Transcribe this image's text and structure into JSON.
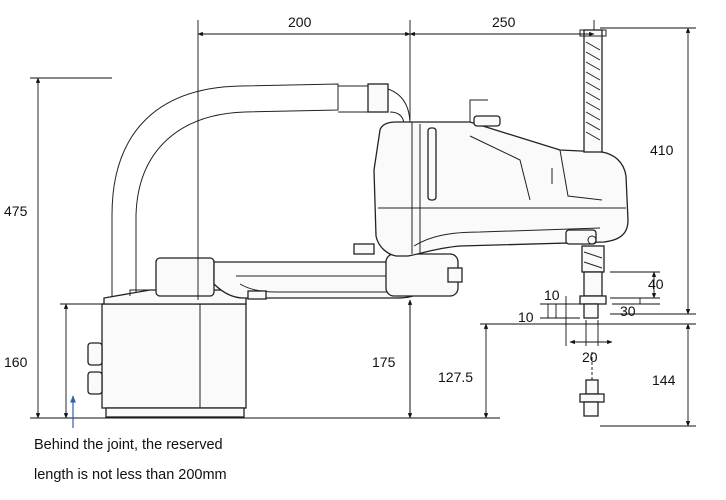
{
  "dimensions": {
    "d200": "200",
    "d250": "250",
    "d475": "475",
    "d410": "410",
    "d160": "160",
    "d175": "175",
    "d127_5": "127.5",
    "d144": "144",
    "d40": "40",
    "d30": "30",
    "d10a": "10",
    "d10b": "10",
    "d20": "20"
  },
  "note": {
    "line1": "Behind the joint, the reserved",
    "line2": "length is not less than 200mm"
  },
  "colors": {
    "line": "#222222",
    "arrow": "#2f5fa8"
  }
}
